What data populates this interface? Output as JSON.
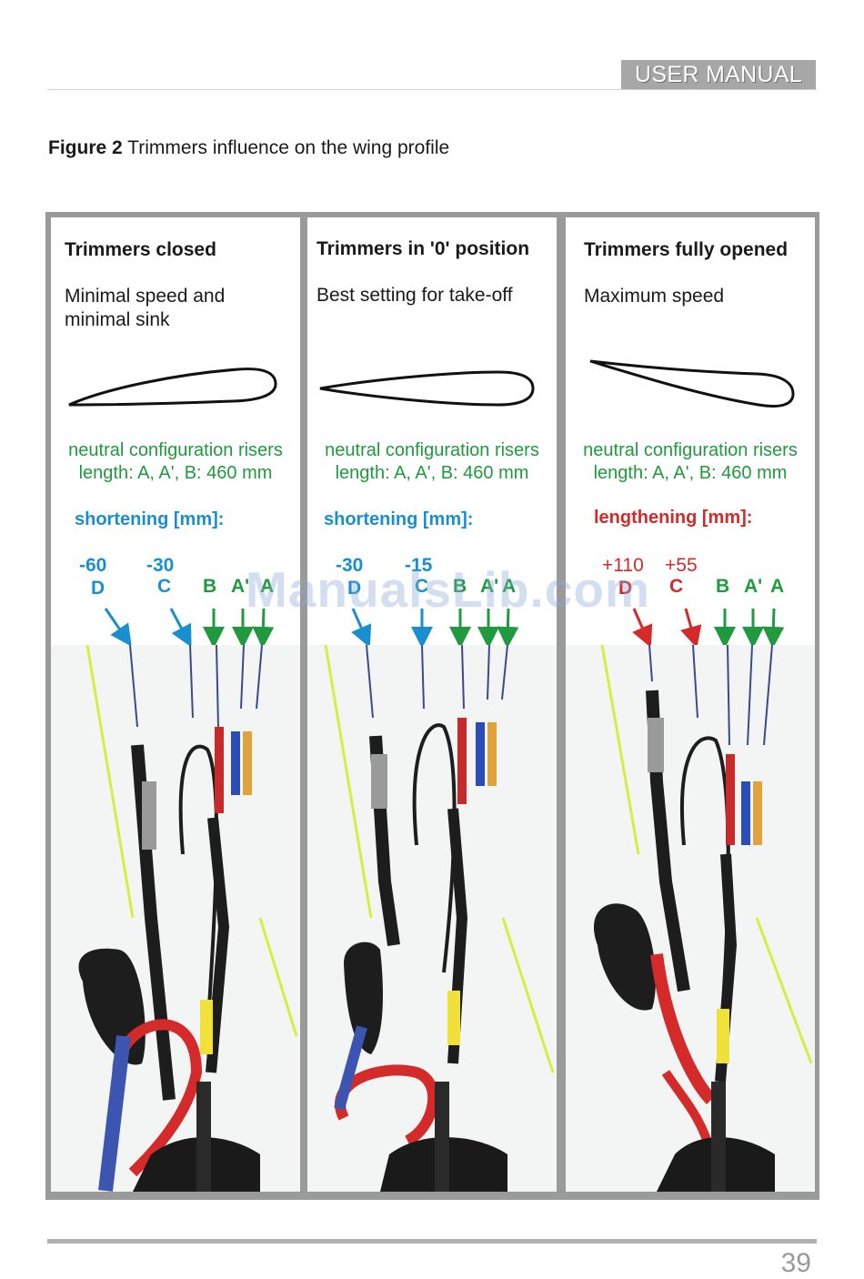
{
  "header": {
    "label": "USER MANUAL"
  },
  "figure": {
    "label": "Figure 2",
    "caption": "Trimmers influence on the wing profile"
  },
  "panels": [
    {
      "title": "Trimmers closed",
      "description": "Minimal speed and minimal sink",
      "neutral_line1": "neutral configuration risers",
      "neutral_line2": "length: A, A', B: 460 mm",
      "change_label": "shortening [mm]:",
      "values": {
        "d": "-60",
        "c": "-30"
      },
      "risers": {
        "d": "D",
        "c": "C",
        "b": "B",
        "a_prime": "A'",
        "a": "A"
      }
    },
    {
      "title": "Trimmers in '0' position",
      "description": "Best setting for take-off",
      "neutral_line1": "neutral configuration risers",
      "neutral_line2": "length: A, A', B: 460 mm",
      "change_label": "shortening [mm]:",
      "values": {
        "d": "-30",
        "c": "-15"
      },
      "risers": {
        "d": "D",
        "c": "C",
        "b": "B",
        "a_prime": "A'",
        "a": "A"
      }
    },
    {
      "title": "Trimmers fully opened",
      "description": "Maximum speed",
      "neutral_line1": "neutral configuration risers",
      "neutral_line2": "length: A, A', B: 460 mm",
      "change_label": "lengthening [mm]:",
      "values": {
        "d": "+110",
        "c": "+55"
      },
      "risers": {
        "d": "D",
        "c": "C",
        "b": "B",
        "a_prime": "A'",
        "a": "A"
      }
    }
  ],
  "colors": {
    "blue": "#1a8fd0",
    "green": "#1f9a3e",
    "red": "#d42a2a"
  },
  "watermark": "ManualsLib.com",
  "footer": {
    "page_number": "39"
  }
}
